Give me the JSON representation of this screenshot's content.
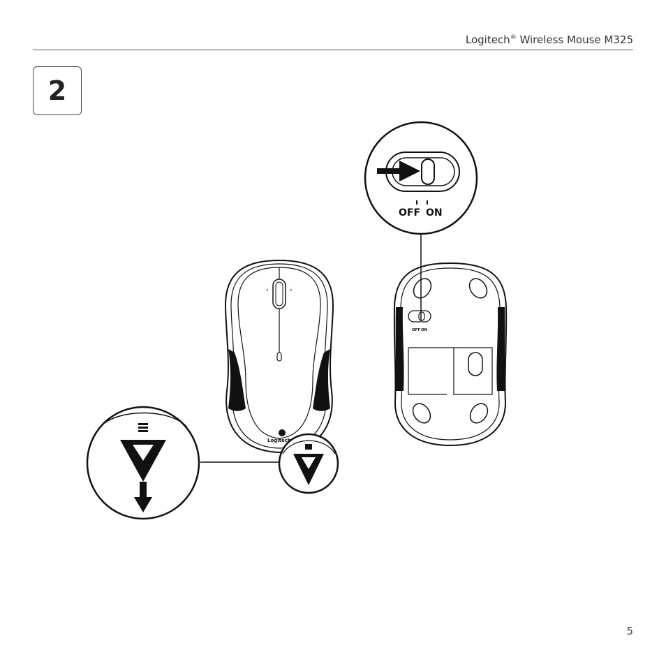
{
  "header": {
    "brand": "Logitech",
    "reg_mark": "®",
    "product": " Wireless Mouse M325"
  },
  "step": {
    "number": "2"
  },
  "switch": {
    "off_label": "OFF",
    "on_label": "ON"
  },
  "mouse_top": {
    "logo_text": "Logitech"
  },
  "page": {
    "number": "5"
  }
}
